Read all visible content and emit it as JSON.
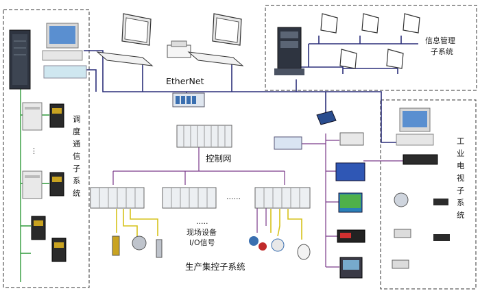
{
  "labels": {
    "ethernet": "EtherNet",
    "control_net": "控制网",
    "info_mgmt_line1": "信息管理",
    "info_mgmt_line2": "子系统",
    "dispatch": "调度通信子系统",
    "cctv": "工业电视子系统",
    "field_line1": "现场设备",
    "field_line2": "I/O信号",
    "production": "生产集控子系统",
    "vertical_ellipsis": "⋮",
    "h_ellipsis": "······"
  },
  "colors": {
    "network_line": "#2b2f7a",
    "field_wire": "#2f9a3a",
    "io_wire": "#d6c21a",
    "dashed_border": "#333333"
  },
  "icons": {
    "server": "tower-server-icon",
    "workstation": "workstation-icon",
    "monitor": "monitor-icon",
    "printer": "printer-icon",
    "switch": "ethernet-switch-icon",
    "plc": "plc-rack-icon",
    "phone": "explosion-proof-phone-icon",
    "junction_box": "junction-box-icon",
    "camera": "cctv-camera-icon",
    "sensor": "field-sensor-icon",
    "panel": "control-panel-icon"
  }
}
